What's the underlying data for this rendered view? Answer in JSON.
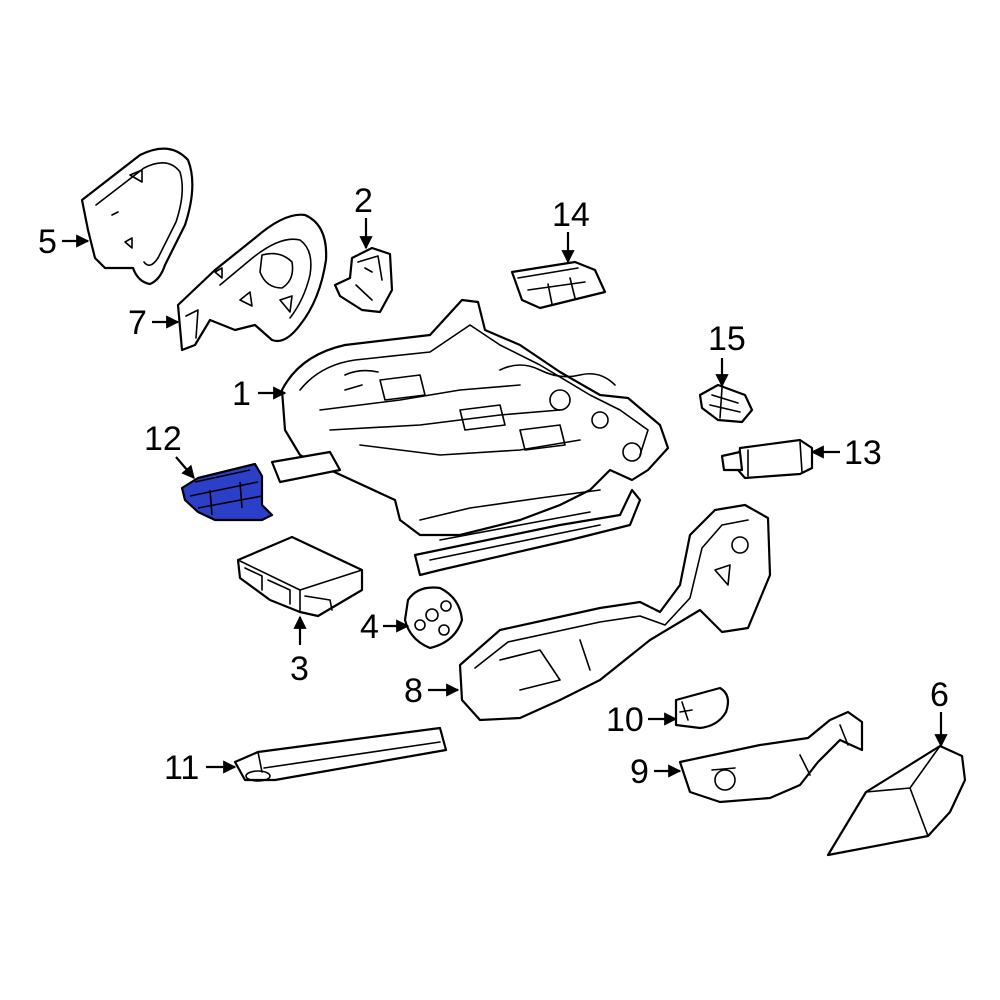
{
  "colors": {
    "highlight": "#2b3fc9",
    "line": "#000000",
    "background": "#ffffff"
  },
  "callouts": {
    "c1": "1",
    "c2": "2",
    "c3": "3",
    "c4": "4",
    "c5": "5",
    "c6": "6",
    "c7": "7",
    "c8": "8",
    "c9": "9",
    "c10": "10",
    "c11": "11",
    "c12": "12",
    "c13": "13",
    "c14": "14",
    "c15": "15"
  },
  "highlighted_part": "12"
}
